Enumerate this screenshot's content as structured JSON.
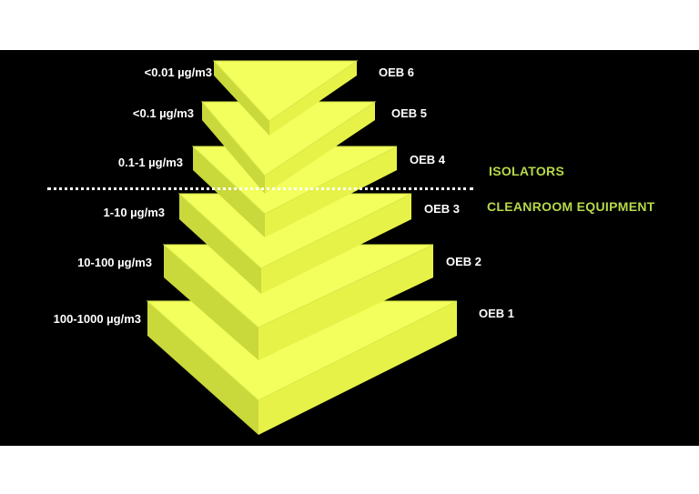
{
  "levels": [
    {
      "band": "<0.01 µg/m3",
      "category": "OEB 6"
    },
    {
      "band": "<0.1 µg/m3",
      "category": "OEB 5"
    },
    {
      "band": "0.1-1 µg/m3",
      "category": "OEB 4"
    },
    {
      "band": "1-10 µg/m3",
      "category": "OEB 3"
    },
    {
      "band": "10-100 µg/m3",
      "category": "OEB 2"
    },
    {
      "band": "100-1000 µg/m3",
      "category": "OEB 1"
    }
  ],
  "zones": {
    "upper": "ISOLATORS",
    "lower": "CLEANROOM EQUIPMENT"
  },
  "colors": {
    "background": "#000000",
    "label_text": "#ffffff",
    "zone_text": "#b7d94a",
    "layer_top": "#f2ff5c",
    "layer_front": "#c9d83a",
    "layer_side": "#e6f248"
  }
}
